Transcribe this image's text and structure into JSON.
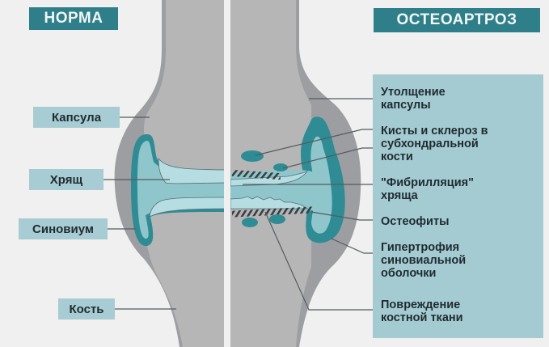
{
  "headers": {
    "normal": "НОРМА",
    "osteoarthritis": "ОСТЕОАРТРОЗ"
  },
  "left_labels": [
    {
      "id": "capsule",
      "text": "Капсула"
    },
    {
      "id": "cartilage",
      "text": "Хрящ"
    },
    {
      "id": "synovium",
      "text": "Синовиум"
    },
    {
      "id": "bone",
      "text": "Кость"
    }
  ],
  "right_labels": [
    {
      "id": "capsule-thickening",
      "text": "Утолщение\nкапсулы"
    },
    {
      "id": "cysts-sclerosis",
      "text": "Кисты и склероз в\nсубхондральной\nкости"
    },
    {
      "id": "cartilage-fibrillation",
      "text": "\"Фибрилляция\"\nхряща"
    },
    {
      "id": "osteophytes",
      "text": "Остеофиты"
    },
    {
      "id": "synovial-hypertrophy",
      "text": "Гипертрофия\nсиновиальной\nоболочки"
    },
    {
      "id": "bone-damage",
      "text": "Повреждение\nкостной ткани"
    }
  ],
  "colors": {
    "background": "#eff0ef",
    "bone": "#b6b6b6",
    "capsule": "#9d9ea2",
    "synovium": "#2f8c95",
    "synovial_fluid": "#8fc6cc",
    "cartilage": "#b6dde1",
    "header": "#2e7f89",
    "label_box": "#a8ccd3",
    "right_panel": "#a5cbd2"
  }
}
